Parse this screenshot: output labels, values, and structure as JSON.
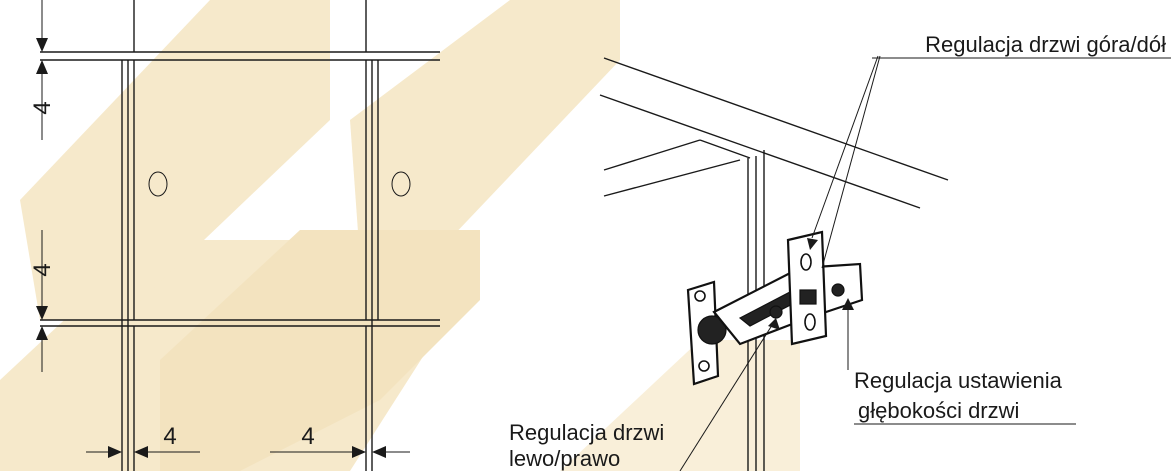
{
  "colors": {
    "line": "#1a1a1a",
    "watermark": "#f4e6c6",
    "background": "#ffffff"
  },
  "watermark": {
    "text": "ME"
  },
  "left_diagram": {
    "dim_top": "4",
    "dim_middle": "4",
    "dim_bottom_left": "4",
    "dim_bottom_right": "4"
  },
  "right_diagram": {
    "label_up_down": "Regulacja drzwi góra/dół",
    "label_depth_line1": "Regulacja ustawienia",
    "label_depth_line2": "głębokości drzwi",
    "label_left_right_line1": "Regulacja drzwi",
    "label_left_right_line2": "lewo/prawo"
  }
}
